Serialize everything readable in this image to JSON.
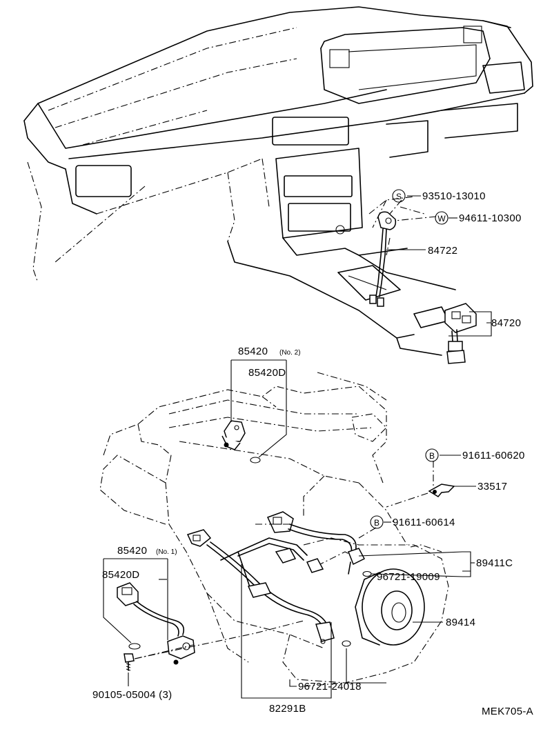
{
  "diagram_id": "MEK705-A",
  "parts": {
    "p93510": "93510-13010",
    "p94611": "94611-10300",
    "p84722": "84722",
    "p84720": "84720",
    "p85420_no2": "85420",
    "p85420_no2_sub": "(No. 2)",
    "p85420D_top": "85420D",
    "p91611_60620": "91611-60620",
    "p33517": "33517",
    "p91611_60614": "91611-60614",
    "p85420_no1": "85420",
    "p85420_no1_sub": "(No. 1)",
    "p85420D_left": "85420D",
    "p89411C": "89411C",
    "p96721_19009": "96721-19009",
    "p89414": "89414",
    "p90105": "90105-05004  (3)",
    "p96721_24018": "96721-24018",
    "p82291B": "82291B"
  },
  "symbols": {
    "s_label": "S",
    "w_label": "W",
    "b_label": "B"
  }
}
